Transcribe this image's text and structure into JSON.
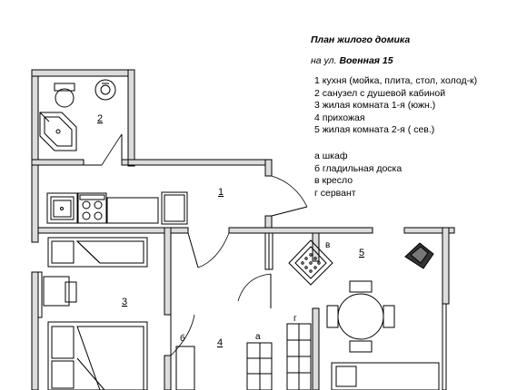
{
  "plan": {
    "title": "План жилого домика",
    "address_prefix": "на ул.",
    "address_street": "Военная 15",
    "rooms_legend": [
      "1  кухня (мойка, плита, стол, холод-к)",
      "2  санузел с душевой кабиной",
      "3  жилая комната 1-я  (южн.)",
      "4  прихожая",
      "5  жилая комната 2-я ( сев.)"
    ],
    "furniture_legend": [
      "а  шкаф",
      "б  гладильная доска",
      "в  кресло",
      "г  сервант"
    ],
    "room_labels": [
      "1",
      "2",
      "3",
      "4",
      "5"
    ],
    "furniture_labels": [
      "а",
      "б",
      "в",
      "г"
    ],
    "colors": {
      "wall": "#dcdcdc",
      "stroke": "#000000",
      "background": "#ffffff"
    }
  }
}
